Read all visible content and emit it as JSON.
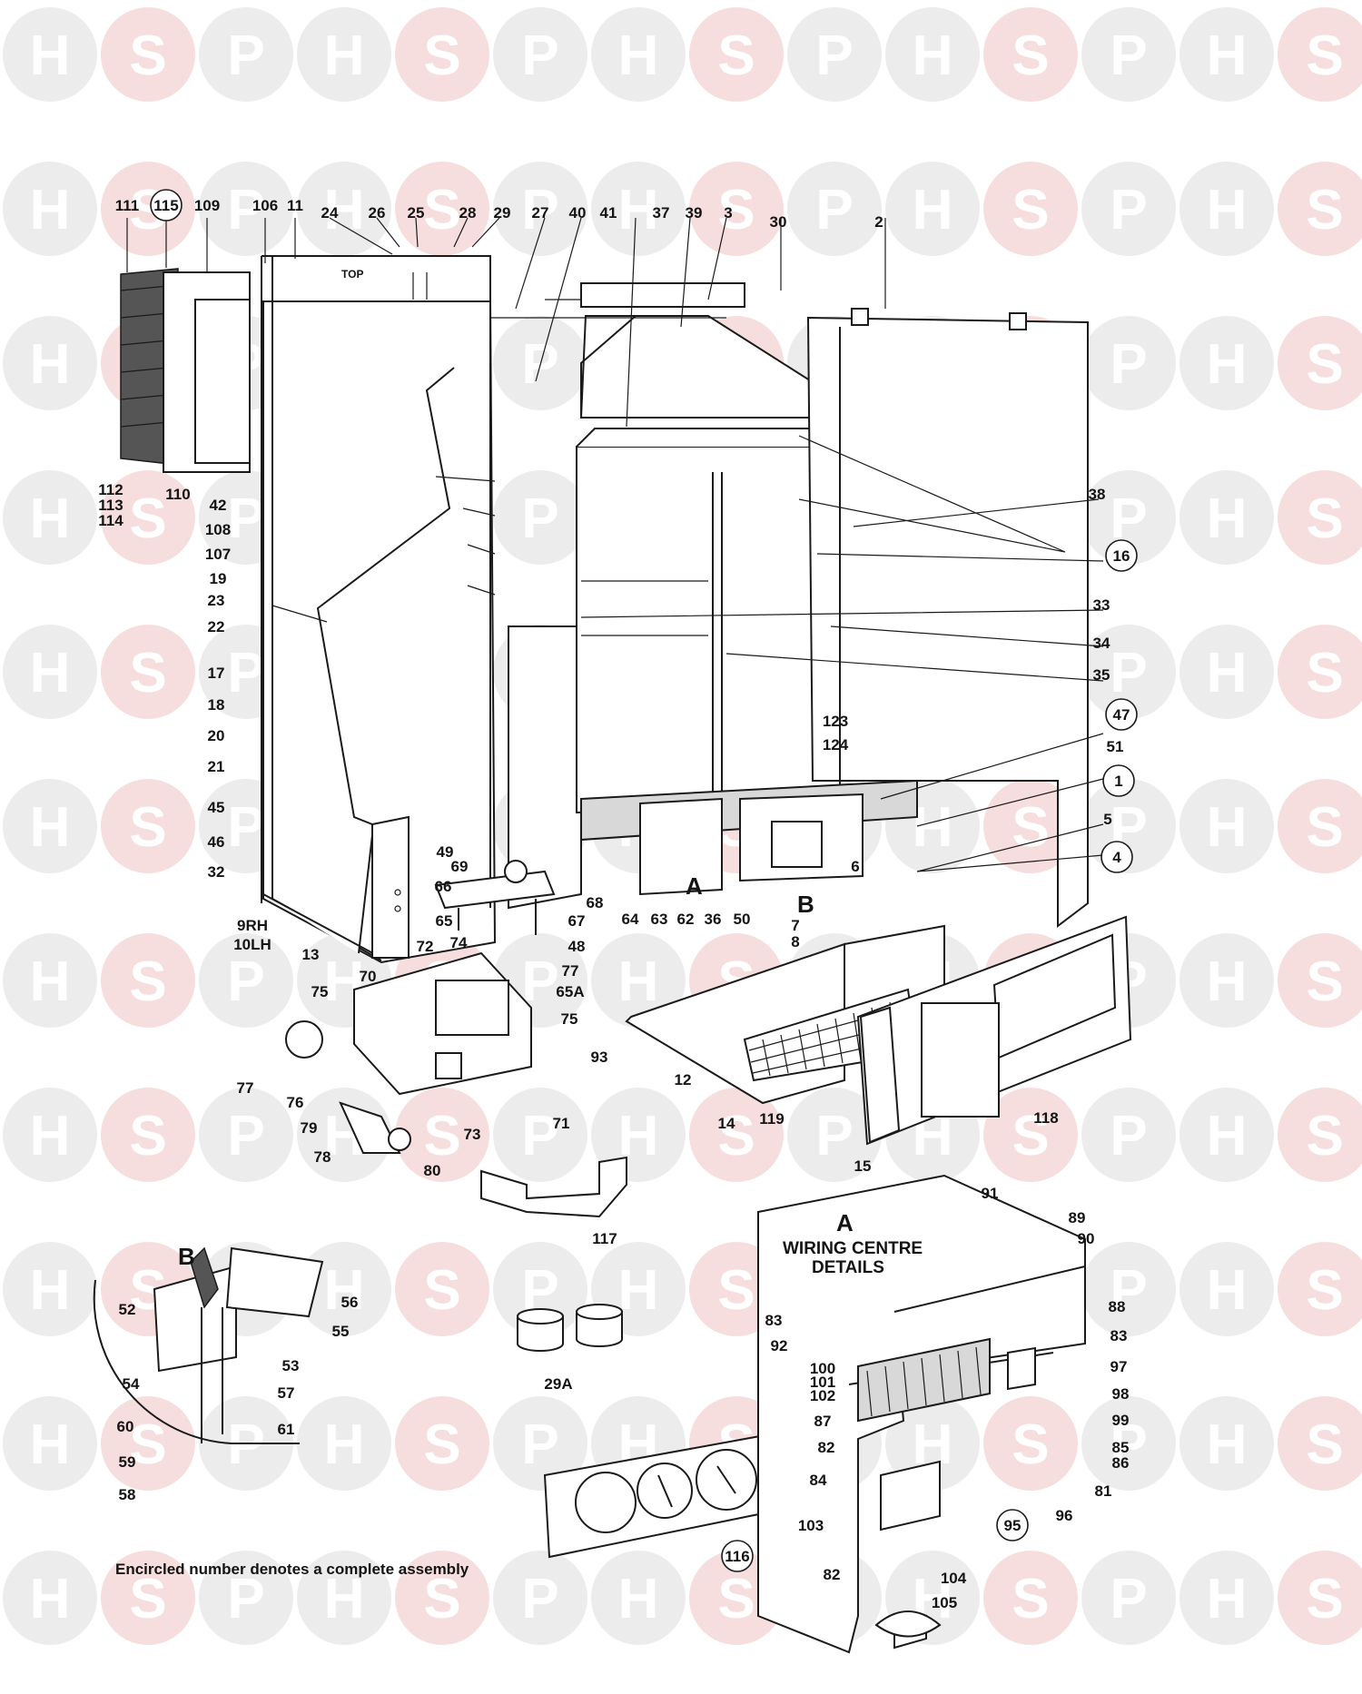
{
  "watermark": {
    "letters": [
      "H",
      "S",
      "P"
    ],
    "colors": {
      "h_p_circle": "#ececec",
      "s_circle": "#f6dede",
      "letter": "#ffffff"
    }
  },
  "diagram": {
    "note": "Encircled number denotes a complete assembly",
    "top_label": "TOP",
    "detail_a_letter": "A",
    "detail_b_letter": "B",
    "wiring_title_line1": "WIRING CENTRE",
    "wiring_title_line2": "DETAILS",
    "part_numbers": {
      "p111": "111",
      "p115": "115",
      "p109": "109",
      "p106": "106",
      "p11": "11",
      "p24": "24",
      "p26": "26",
      "p25": "25",
      "p28": "28",
      "p29": "29",
      "p27": "27",
      "p40": "40",
      "p41": "41",
      "p37": "37",
      "p39": "39",
      "p3": "3",
      "p30": "30",
      "p2": "2",
      "p112": "112",
      "p113": "113",
      "p114": "114",
      "p110": "110",
      "p42": "42",
      "p108": "108",
      "p107": "107",
      "p19": "19",
      "p38": "38",
      "p16": "16",
      "p33": "33",
      "p34": "34",
      "p35": "35",
      "p23": "23",
      "p22": "22",
      "p17": "17",
      "p18": "18",
      "p20": "20",
      "p21": "21",
      "p45": "45",
      "p46": "46",
      "p32": "32",
      "p47": "47",
      "p51": "51",
      "p1": "1",
      "p123": "123",
      "p124": "124",
      "p5": "5",
      "p4": "4",
      "p6": "6",
      "p49": "49",
      "p69": "69",
      "p66": "66",
      "p68": "68",
      "p67": "67",
      "p64": "64",
      "p63": "63",
      "p62": "62",
      "p36": "36",
      "p50": "50",
      "p7": "7",
      "p8": "8",
      "p65": "65",
      "p48": "48",
      "p9rh": "9RH",
      "p10lh": "10LH",
      "p13": "13",
      "p72": "72",
      "p74": "74",
      "p77a": "77",
      "p65a": "65A",
      "p70": "70",
      "p75a": "75",
      "p75b": "75",
      "p93": "93",
      "p77b": "77",
      "p76": "76",
      "p79": "79",
      "p78": "78",
      "p80": "80",
      "p73": "73",
      "p71": "71",
      "p12": "12",
      "p14": "14",
      "p119": "119",
      "p118": "118",
      "p15": "15",
      "p117": "117",
      "p91": "91",
      "p89": "89",
      "p90": "90",
      "p52": "52",
      "p56": "56",
      "p55": "55",
      "p53": "53",
      "p54": "54",
      "p57": "57",
      "p60": "60",
      "p61": "61",
      "p59": "59",
      "p58": "58",
      "p29a": "29A",
      "p116": "116",
      "p83a": "83",
      "p88": "88",
      "p83b": "83",
      "p92": "92",
      "p97": "97",
      "p100": "100",
      "p101": "101",
      "p102": "102",
      "p98": "98",
      "p99": "99",
      "p87": "87",
      "p82a": "82",
      "p85": "85",
      "p86": "86",
      "p84": "84",
      "p81": "81",
      "p103": "103",
      "p95": "95",
      "p96": "96",
      "p82b": "82",
      "p104": "104",
      "p105": "105"
    }
  }
}
